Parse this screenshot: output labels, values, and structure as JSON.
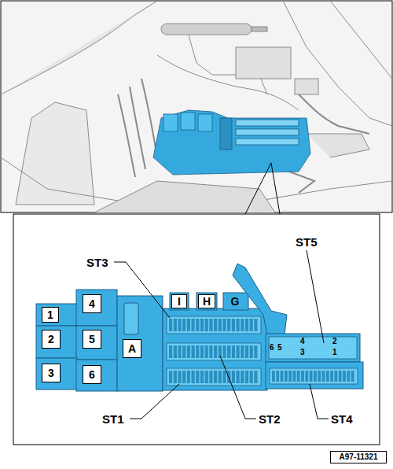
{
  "diagram": {
    "nodes": [
      {
        "text": [
          "I"
        ]
      },
      {
        "text": [
          "H"
        ]
      },
      {
        "text": [
          "G"
        ]
      },
      {
        "text": [
          "4"
        ]
      },
      {
        "text": [
          "1"
        ]
      },
      {
        "text": [
          "2"
        ]
      },
      {
        "text": [
          "5"
        ]
      },
      {
        "text": [
          "A"
        ]
      },
      {
        "text": [
          "3"
        ]
      },
      {
        "text": [
          "6"
        ]
      },
      {
        "text": [
          "A97-11321"
        ]
      }
    ],
    "labels": [
      "ST3",
      "ST5",
      "6",
      "5",
      "4",
      "2",
      "3",
      "1",
      "ST1",
      "ST2",
      "ST4"
    ]
  }
}
